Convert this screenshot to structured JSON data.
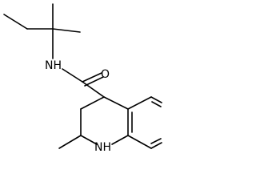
{
  "molecule": {
    "atoms": [
      {
        "id": "nh-amide",
        "label": "NH"
      },
      {
        "id": "o-carbonyl",
        "label": "O"
      },
      {
        "id": "nh-ring",
        "label": "NH"
      }
    ]
  }
}
